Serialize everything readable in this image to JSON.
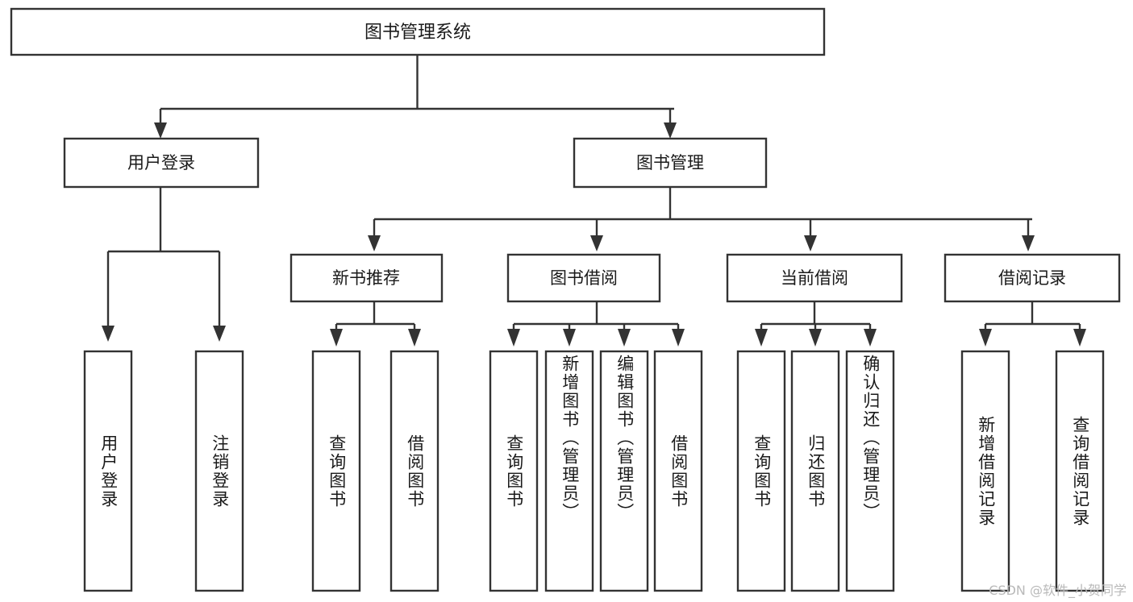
{
  "diagram": {
    "title": "图书管理系统",
    "type": "tree-hierarchy",
    "orientation": "top-down",
    "colors": {
      "box_stroke": "#333333",
      "box_fill": "#ffffff",
      "text": "#1a1a1a",
      "background": "#ffffff",
      "watermark": "#b9b9b9"
    },
    "root": {
      "label": "图书管理系统"
    },
    "level2": [
      {
        "label": "用户登录"
      },
      {
        "label": "图书管理"
      }
    ],
    "level3": [
      {
        "label": "新书推荐"
      },
      {
        "label": "图书借阅"
      },
      {
        "label": "当前借阅"
      },
      {
        "label": "借阅记录"
      }
    ],
    "leaves": {
      "user_login": [
        {
          "label": "用户登录"
        },
        {
          "label": "注销登录"
        }
      ],
      "new_book_recommend": [
        {
          "label": "查询图书"
        },
        {
          "label": "借阅图书"
        }
      ],
      "book_borrow": [
        {
          "label": "查询图书"
        },
        {
          "label": "新增图书（管理员）"
        },
        {
          "label": "编辑图书（管理员）"
        },
        {
          "label": "借阅图书"
        }
      ],
      "current_borrow": [
        {
          "label": "查询图书"
        },
        {
          "label": "归还图书"
        },
        {
          "label": "确认归还（管理员）"
        }
      ],
      "borrow_record": [
        {
          "label": "新增借阅记录"
        },
        {
          "label": "查询借阅记录"
        }
      ]
    },
    "watermark": "CSDN @软件_小贺同学"
  }
}
